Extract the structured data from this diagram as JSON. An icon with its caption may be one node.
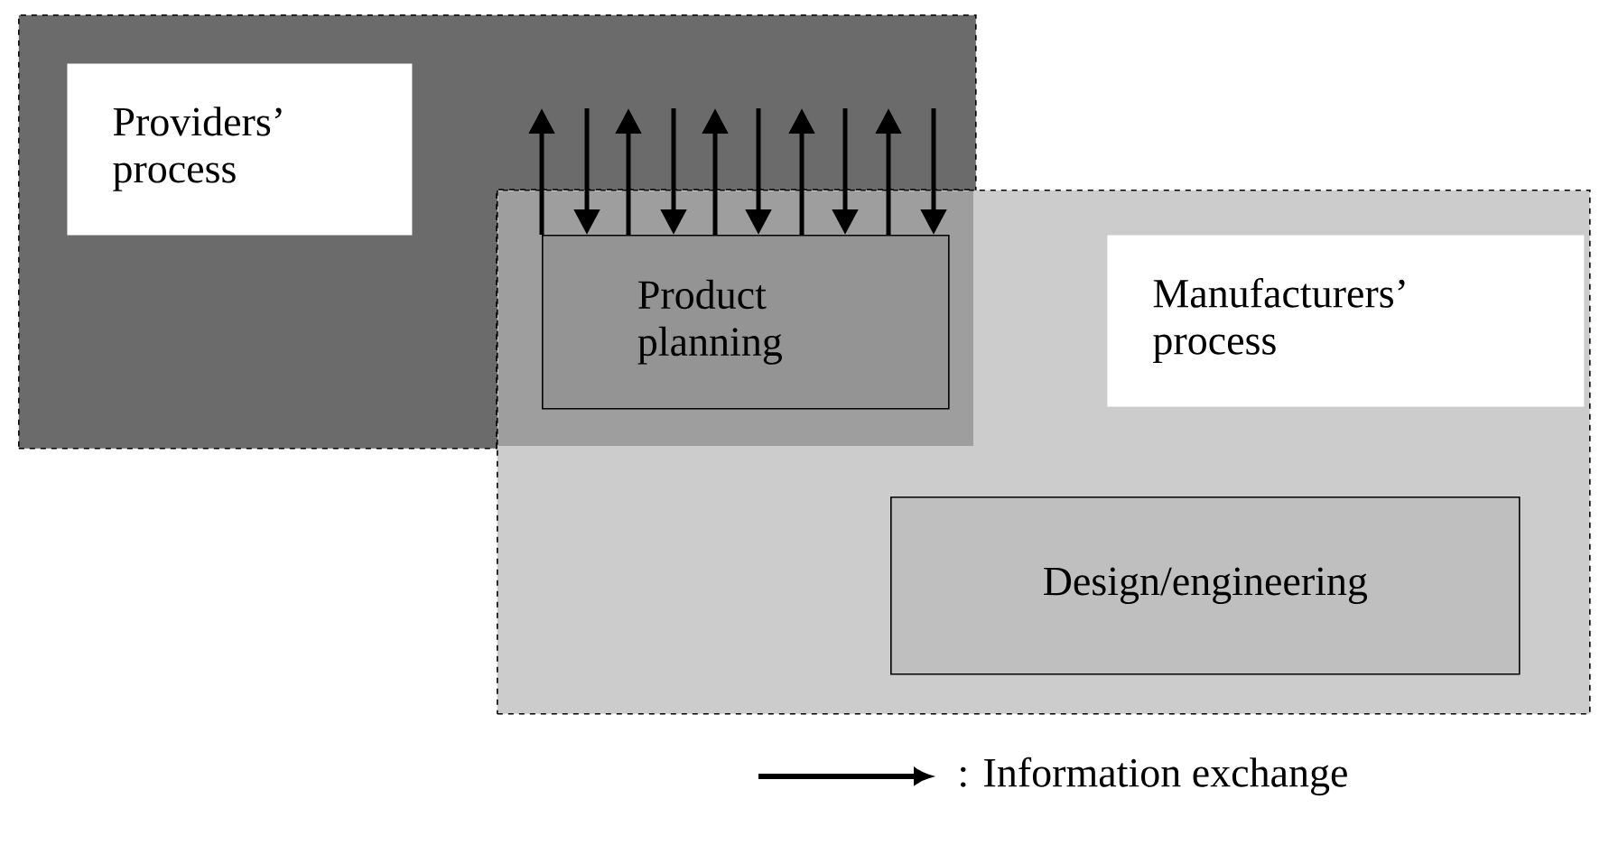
{
  "diagram": {
    "nodes": [
      {
        "text": [
          "Providers’ process"
        ]
      },
      {
        "text": [
          "Manufacturers’ process"
        ]
      },
      {
        "text": [
          "Product planning"
        ]
      },
      {
        "text": [
          "Design/engineering"
        ],
        "in": 1
      }
    ],
    "edges": [
      {
        "from": 2,
        "to": 0,
        "arrow": "to"
      },
      {
        "from": 0,
        "to": 2,
        "arrow": "to"
      },
      {
        "from": 2,
        "to": 0,
        "arrow": "to"
      },
      {
        "from": 0,
        "to": 2,
        "arrow": "to"
      },
      {
        "from": 2,
        "to": 0,
        "arrow": "to"
      },
      {
        "from": 0,
        "to": 2,
        "arrow": "to"
      },
      {
        "from": 2,
        "to": 0,
        "arrow": "to"
      },
      {
        "from": 0,
        "to": 2,
        "arrow": "to"
      },
      {
        "from": 2,
        "to": 0,
        "arrow": "to"
      },
      {
        "from": 0,
        "to": 2,
        "arrow": "to"
      }
    ],
    "legend": [
      {
        "text": ": Information exchange"
      }
    ]
  }
}
